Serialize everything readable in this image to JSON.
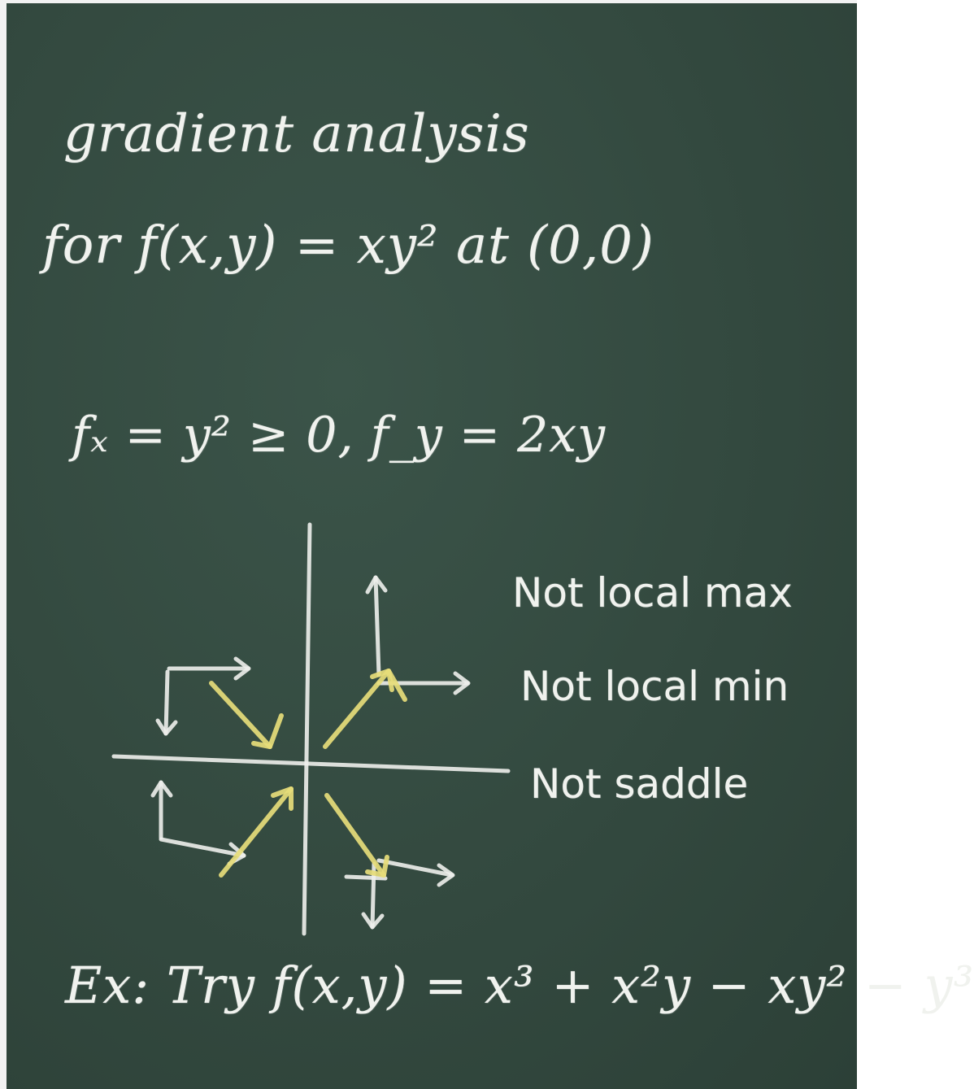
{
  "board": {
    "title": "gradient analysis",
    "function_line": "for f(x,y) = xy² at (0,0)",
    "partials_line": "fₓ = y² ≥ 0,  f_y = 2xy",
    "notes": [
      "Not local max",
      "Not local min",
      "Not saddle"
    ],
    "exercise": "Ex: Try f(x,y) = x³ + x²y − xy² − y³"
  },
  "colors": {
    "board": "#33493f",
    "chalk_white": "#f0f2ee",
    "chalk_yellow": "#e6dc7a"
  }
}
